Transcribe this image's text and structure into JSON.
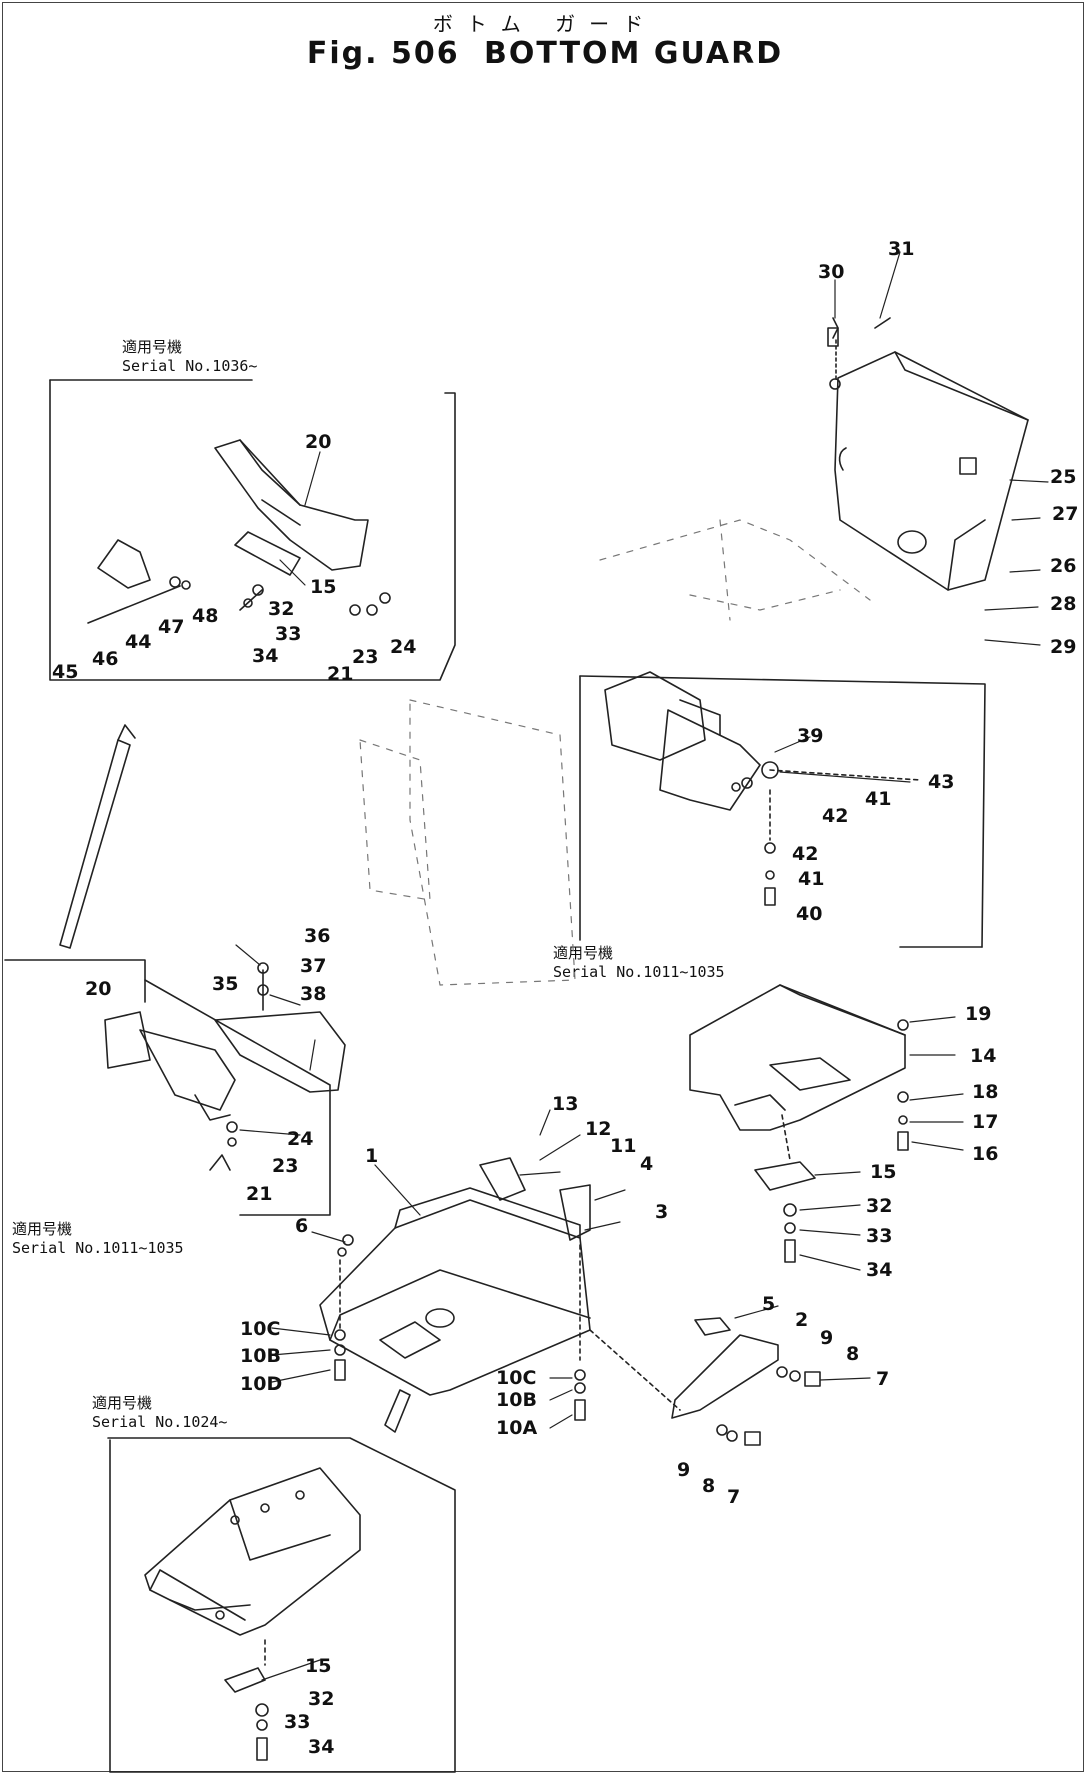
{
  "figure": {
    "kana": "ボトム ガード",
    "number": "Fig. 506",
    "title": "BOTTOM GUARD"
  },
  "serial_notes": {
    "top_left": {
      "line1": "適用号機",
      "line2": "Serial No.1036~"
    },
    "right_inset": {
      "line1": "適用号機",
      "line2": "Serial No.1011~1035"
    },
    "left_inset": {
      "line1": "適用号機",
      "line2": "Serial No.1011~1035"
    },
    "bottom_inset": {
      "line1": "適用号機",
      "line2": "Serial No.1024~"
    }
  },
  "callouts": [
    "31",
    "30",
    "25",
    "27",
    "26",
    "28",
    "29",
    "20",
    "15",
    "32",
    "33",
    "34",
    "21",
    "23",
    "24",
    "45",
    "46",
    "44",
    "47",
    "48",
    "39",
    "43",
    "41",
    "42",
    "42",
    "41",
    "40",
    "36",
    "37",
    "38",
    "35",
    "20",
    "24",
    "23",
    "21",
    "19",
    "14",
    "18",
    "17",
    "16",
    "15",
    "32",
    "33",
    "34",
    "13",
    "12",
    "11",
    "4",
    "3",
    "1",
    "6",
    "10C",
    "10B",
    "10D",
    "10C",
    "10B",
    "10A",
    "5",
    "2",
    "9",
    "8",
    "7",
    "9",
    "8",
    "7",
    "15",
    "32",
    "33",
    "34"
  ]
}
